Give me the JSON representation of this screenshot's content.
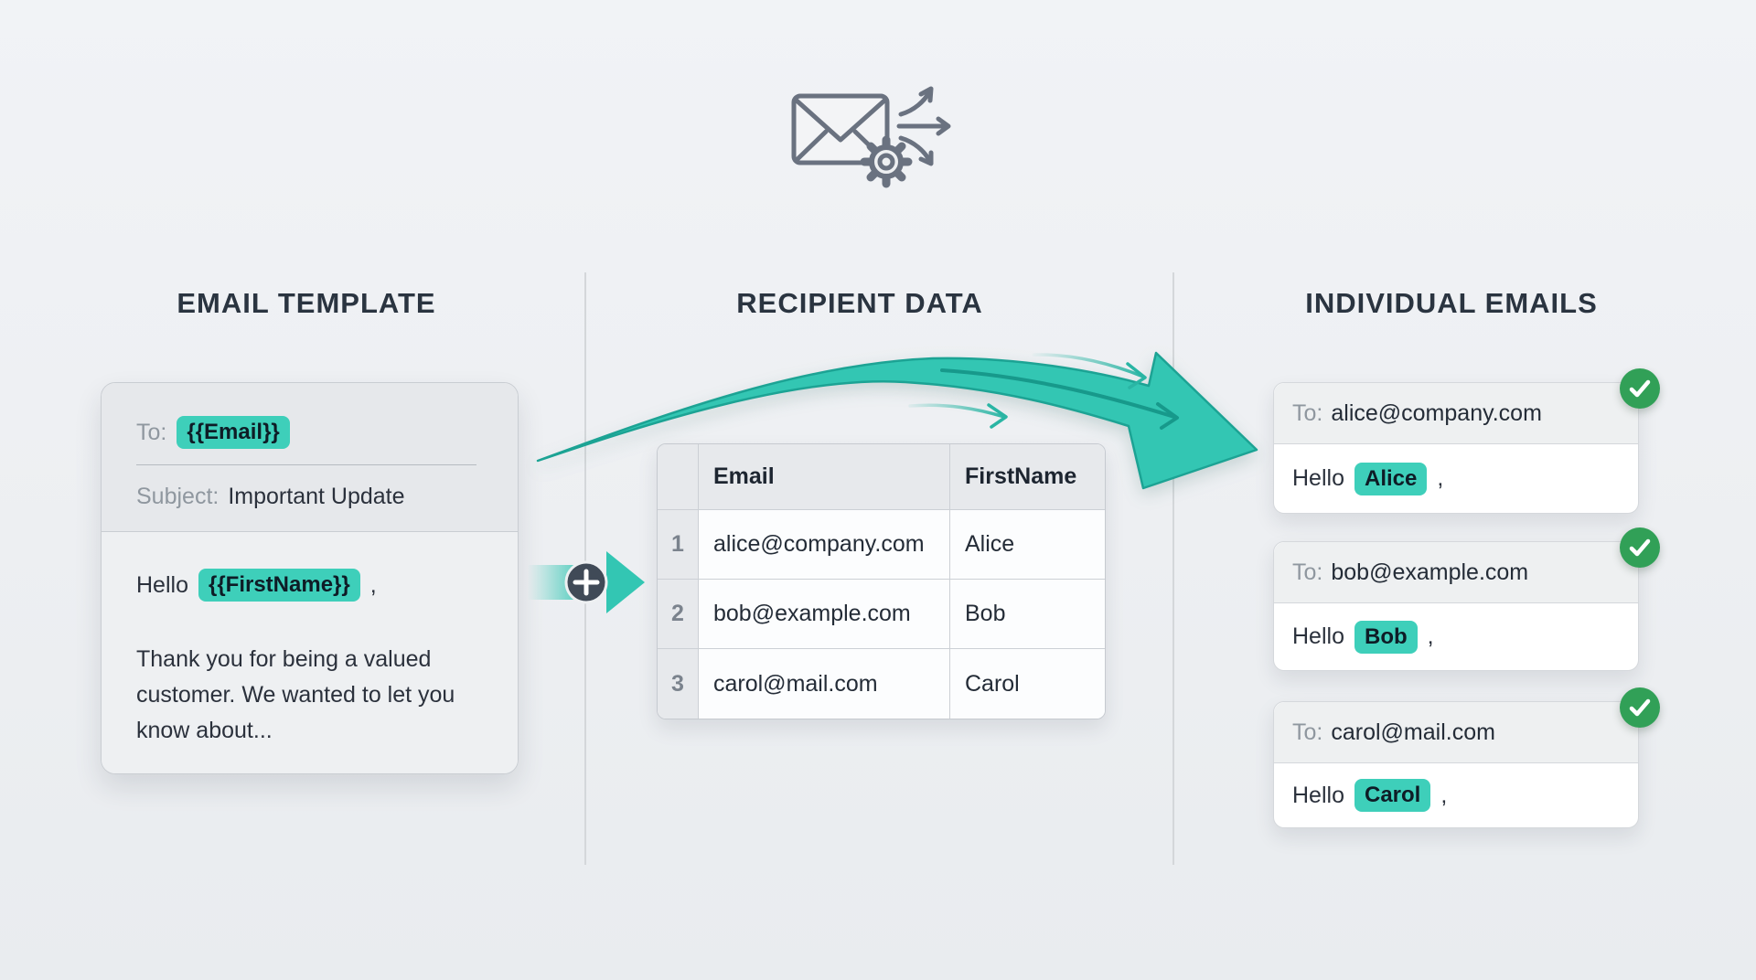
{
  "header": {
    "icon": "mail-merge-icon"
  },
  "colors": {
    "accent_teal": "#33c6b3",
    "chip_teal": "#3ecfba",
    "success_green": "#31a057",
    "title_dark": "#2a3440",
    "background": "#edeff2"
  },
  "template_panel": {
    "title": "EMAIL TEMPLATE",
    "card": {
      "to_label": "To:",
      "to_variable": "{{Email}}",
      "subject_label": "Subject:",
      "subject_value": "Important Update",
      "greeting_prefix": "Hello",
      "greeting_variable": "{{FirstName}}",
      "greeting_comma": ",",
      "body_text": "Thank you for being a valued customer. We wanted to let you know about..."
    }
  },
  "recipient_panel": {
    "title": "RECIPIENT DATA",
    "table": {
      "columns": [
        "Email",
        "FirstName"
      ],
      "rows": [
        {
          "index": "1",
          "email": "alice@company.com",
          "first_name": "Alice"
        },
        {
          "index": "2",
          "email": "bob@example.com",
          "first_name": "Bob"
        },
        {
          "index": "3",
          "email": "carol@mail.com",
          "first_name": "Carol"
        }
      ]
    }
  },
  "output_panel": {
    "title": "INDIVIDUAL EMAILS",
    "emails": [
      {
        "to_label": "To:",
        "to_value": "alice@company.com",
        "greeting_prefix": "Hello",
        "first_name": "Alice",
        "comma": ","
      },
      {
        "to_label": "To:",
        "to_value": "bob@example.com",
        "greeting_prefix": "Hello",
        "first_name": "Bob",
        "comma": ","
      },
      {
        "to_label": "To:",
        "to_value": "carol@mail.com",
        "greeting_prefix": "Hello",
        "first_name": "Carol",
        "comma": ","
      }
    ]
  }
}
